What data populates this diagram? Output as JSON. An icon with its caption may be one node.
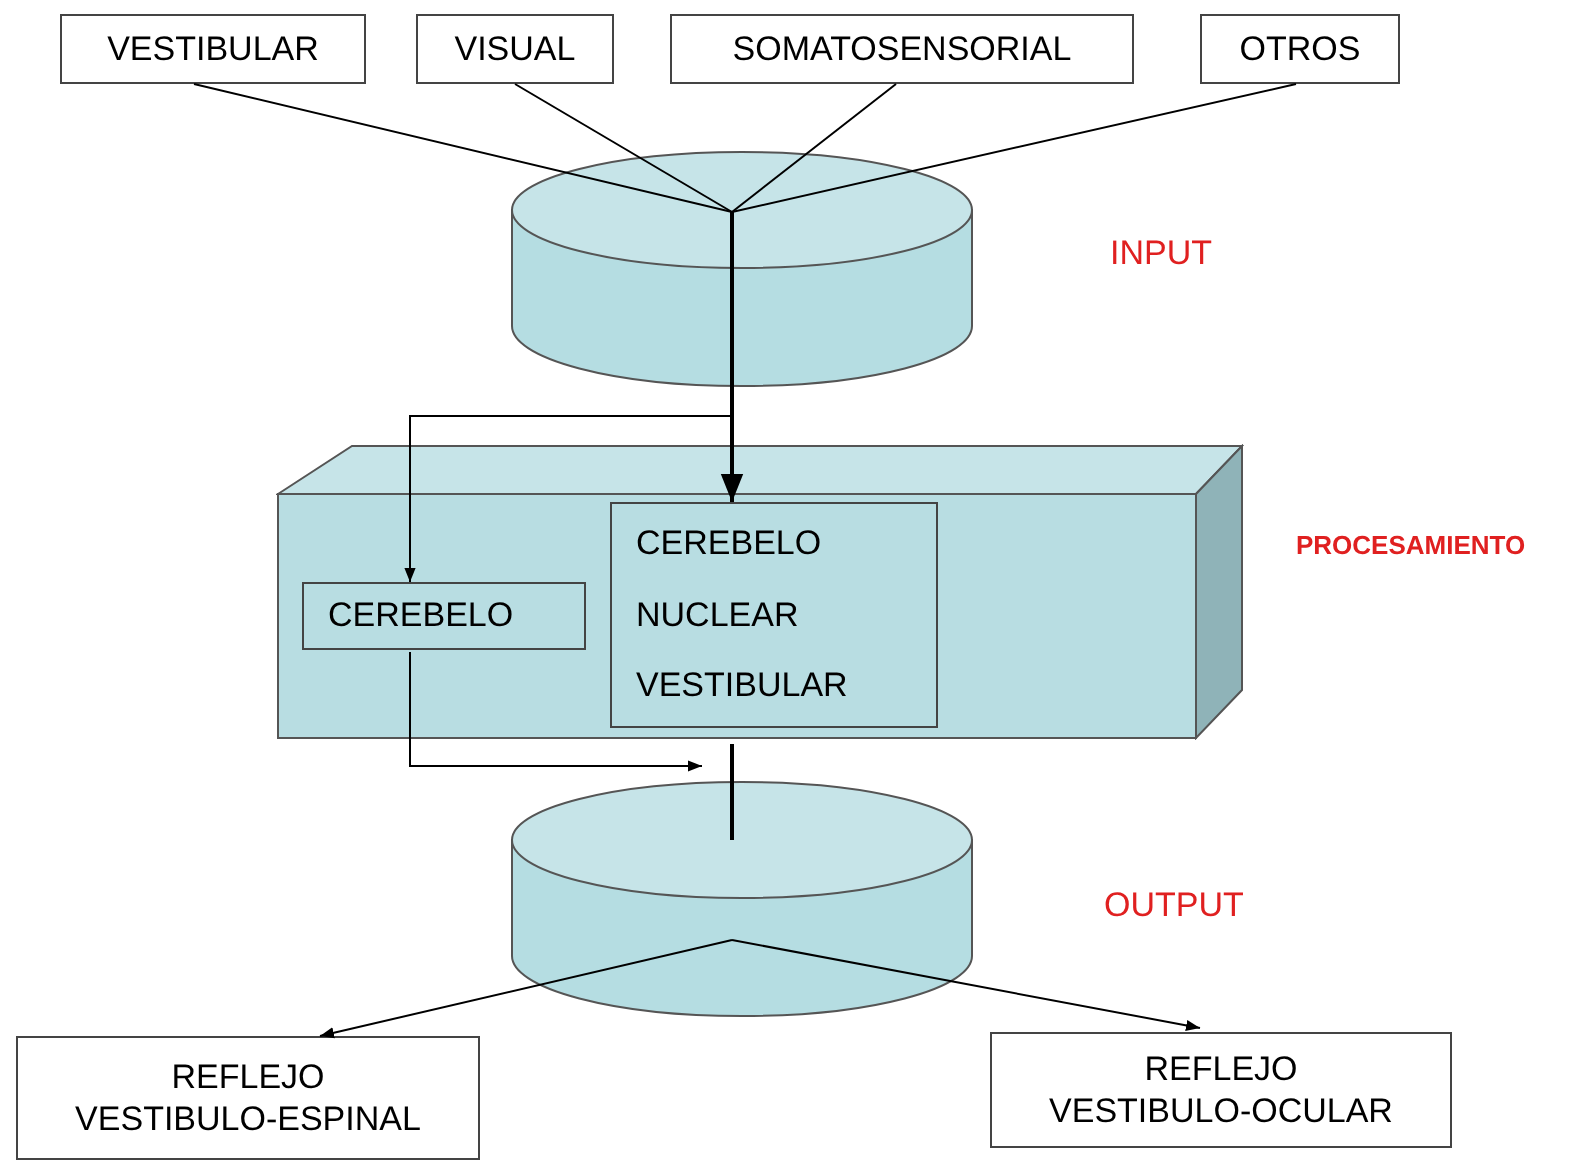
{
  "diagram": {
    "nodes": [
      {
        "text": [
          "VESTIBULAR"
        ]
      },
      {
        "text": [
          "VISUAL"
        ]
      },
      {
        "text": [
          "SOMATOSENSORIAL"
        ]
      },
      {
        "text": [
          "OTROS"
        ]
      },
      {
        "text": [],
        "shape": "cylinder"
      },
      {
        "text": [],
        "shape": "box"
      },
      {
        "text": [
          "CEREBELO"
        ],
        "in": 5
      },
      {
        "text": [
          "CEREBELO NUCLEAR VESTIBULAR"
        ],
        "in": 5
      },
      {
        "text": [],
        "shape": "cylinder"
      },
      {
        "text": [
          "REFLEJO VESTIBULO-ESPINAL"
        ]
      },
      {
        "text": [
          "REFLEJO VESTIBULO-OCULAR"
        ]
      }
    ],
    "edges": [
      {
        "from": 0,
        "to": 4,
        "arrow": "none"
      },
      {
        "from": 1,
        "to": 4,
        "arrow": "none"
      },
      {
        "from": 2,
        "to": 4,
        "arrow": "none"
      },
      {
        "from": 3,
        "to": 4,
        "arrow": "none"
      },
      {
        "from": 4,
        "to": 7,
        "arrow": "to"
      },
      {
        "from": 4,
        "to": 6,
        "arrow": "to"
      },
      {
        "from": 6,
        "to": 8,
        "arrow": "to"
      },
      {
        "from": 5,
        "to": 8,
        "arrow": "none"
      },
      {
        "from": 8,
        "to": 9,
        "arrow": "to"
      },
      {
        "from": 8,
        "to": 10,
        "arrow": "to"
      }
    ],
    "labels": [
      "INPUT",
      "PROCESAMIENTO",
      "OUTPUT"
    ]
  }
}
